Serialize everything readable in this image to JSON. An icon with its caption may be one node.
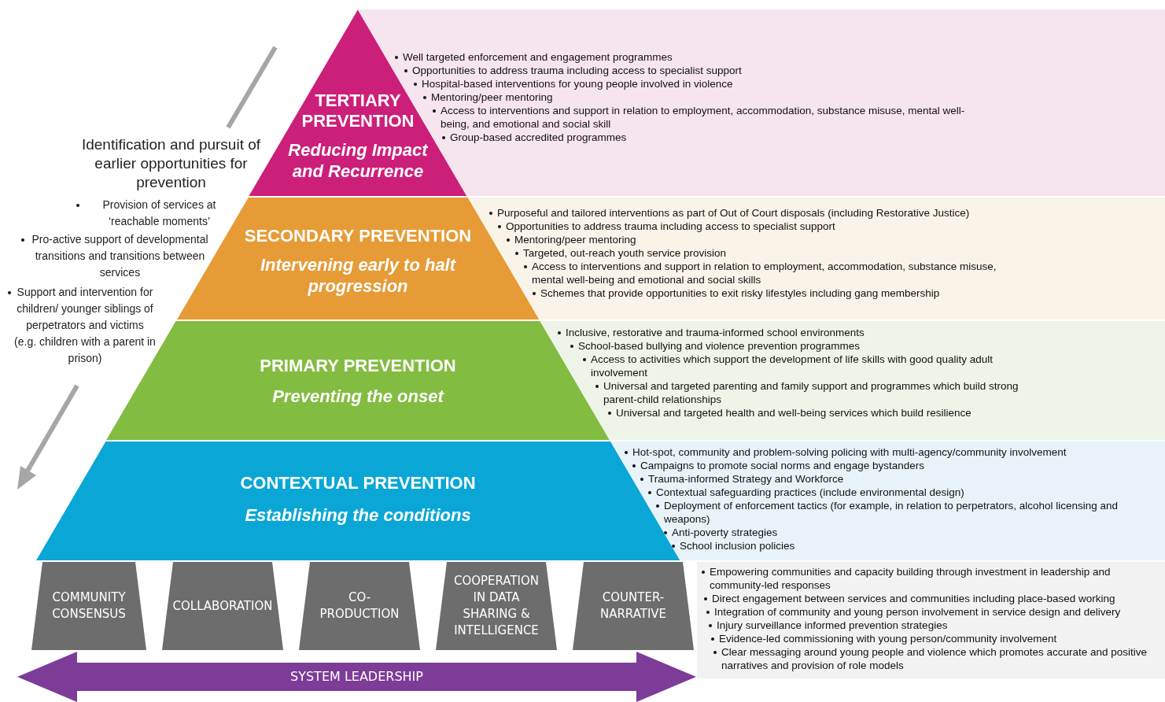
{
  "diagram": {
    "nodes": [
      {
        "text": [
          "TERTIARY PREVENTION",
          "Reducing Impact and Recurrence"
        ]
      },
      {
        "text": [
          "Well targeted enforcement and engagement programmes",
          "Opportunities to address trauma including access to specialist support",
          "Hospital-based interventions for young people involved in violence",
          "Mentoring/peer mentoring",
          "Access to interventions and support in relation to employment, accommodation, substance misuse, mental well-being, and emotional and social skill",
          "Group-based accredited programmes"
        ]
      },
      {
        "text": [
          "SECONDARY PREVENTION",
          "Intervening early to halt progression"
        ]
      },
      {
        "text": [
          "Purposeful and tailored interventions as part of Out of Court disposals (including Restorative Justice)",
          "Opportunities to address trauma including access to specialist support",
          "Mentoring/peer mentoring",
          "Targeted, out-reach youth service provision",
          "Access to interventions and support in relation to employment, accommodation, substance misuse, mental well-being and emotional and social skills",
          "Schemes that provide opportunities to exit risky lifestyles including gang membership"
        ]
      },
      {
        "text": [
          "PRIMARY PREVENTION",
          "Preventing the onset"
        ]
      },
      {
        "text": [
          "Inclusive, restorative and trauma-informed school environments",
          "School-based bullying and violence prevention programmes",
          "Access to activities which support the development of life skills with good quality adult involvement",
          "Universal and targeted parenting and family support and programmes which build strong parent-child relationships",
          "Universal and targeted health and well-being services which build resilience"
        ]
      },
      {
        "text": [
          "CONTEXTUAL PREVENTION",
          "Establishing the conditions"
        ]
      },
      {
        "text": [
          "Hot-spot, community and problem-solving policing with multi-agency/community involvement",
          "Campaigns to promote social norms and engage bystanders",
          "Trauma-informed Strategy and Workforce",
          "Contextual safeguarding practices (include environmental design)",
          "Deployment of enforcement tactics (for example, in relation to perpetrators, alcohol licensing and weapons)",
          "Anti-poverty strategies",
          "School inclusion policies"
        ]
      },
      {
        "text": [
          "COMMUNITY CONSENSUS"
        ]
      },
      {
        "text": [
          "COLLABORATION"
        ]
      },
      {
        "text": [
          "CO-PRODUCTION"
        ]
      },
      {
        "text": [
          "COOPERATION IN DATA SHARING & INTELLIGENCE"
        ]
      },
      {
        "text": [
          "COUNTER-NARRATIVE"
        ]
      },
      {
        "text": [
          "SYSTEM LEADERSHIP"
        ]
      },
      {
        "text": [
          "Empowering communities and capacity building through investment in leadership and community-led responses",
          "Direct engagement between services and communities including place-based working",
          "Integration of community and young person involvement in service design and delivery",
          "Injury surveillance informed prevention strategies",
          "Evidence-led commissioning with young person/community involvement",
          "Clear messaging around young people and violence which promotes accurate and positive narratives and provision of role models"
        ]
      }
    ],
    "edges": [],
    "labels": [
      "Identification and pursuit of earlier opportunities for prevention",
      "Provision of services at ‘reachable moments’",
      "Pro-active support of developmental transitions and transitions between services",
      "Support and intervention for children/ younger siblings of perpetrators and victims (e.g. children with a parent in prison)"
    ]
  }
}
